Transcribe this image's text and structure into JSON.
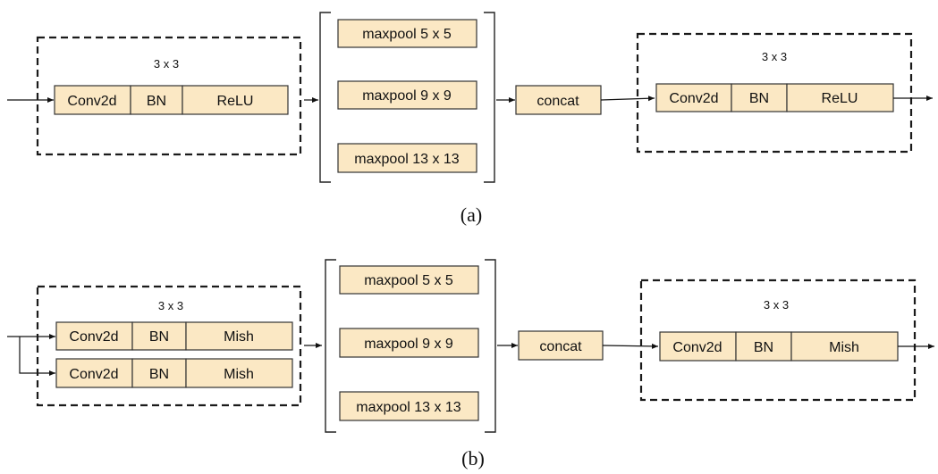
{
  "diagram_a": {
    "block1": {
      "kernel": "3 x 3",
      "conv": "Conv2d",
      "bn": "BN",
      "act": "ReLU"
    },
    "pools": [
      "maxpool 5 x 5",
      "maxpool 9 x 9",
      "maxpool 13 x 13"
    ],
    "concat": "concat",
    "block2": {
      "kernel": "3 x 3",
      "conv": "Conv2d",
      "bn": "BN",
      "act": "ReLU"
    },
    "caption": "(a)"
  },
  "diagram_b": {
    "block1": {
      "kernel": "3 x 3",
      "row1": {
        "conv": "Conv2d",
        "bn": "BN",
        "act": "Mish"
      },
      "row2": {
        "conv": "Conv2d",
        "bn": "BN",
        "act": "Mish"
      }
    },
    "pools": [
      "maxpool 5 x 5",
      "maxpool 9 x 9",
      "maxpool 13 x 13"
    ],
    "concat": "concat",
    "block2": {
      "kernel": "3 x 3",
      "conv": "Conv2d",
      "bn": "BN",
      "act": "Mish"
    },
    "caption": "(b)"
  }
}
